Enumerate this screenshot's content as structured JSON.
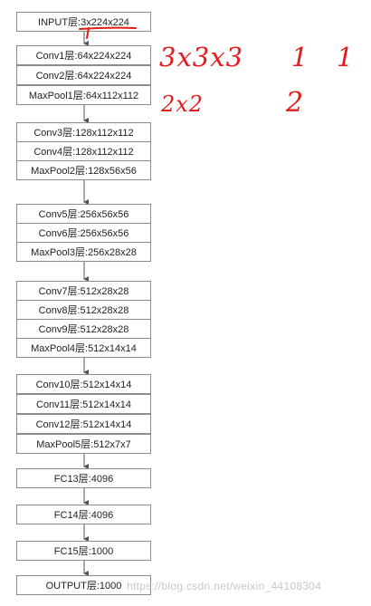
{
  "layers": [
    {
      "label": "INPUT层:3x224x224"
    },
    {
      "label": "Conv1层:64x224x224"
    },
    {
      "label": "Conv2层:64x224x224"
    },
    {
      "label": "MaxPool1层:64x112x112"
    },
    {
      "label": "Conv3层:128x112x112"
    },
    {
      "label": "Conv4层:128x112x112"
    },
    {
      "label": "MaxPool2层:128x56x56"
    },
    {
      "label": "Conv5层:256x56x56"
    },
    {
      "label": "Conv6层:256x56x56"
    },
    {
      "label": "MaxPool3层:256x28x28"
    },
    {
      "label": "Conv7层:512x28x28"
    },
    {
      "label": "Conv8层:512x28x28"
    },
    {
      "label": "Conv9层:512x28x28"
    },
    {
      "label": "MaxPool4层:512x14x14"
    },
    {
      "label": "Conv10层:512x14x14"
    },
    {
      "label": "Conv11层:512x14x14"
    },
    {
      "label": "Conv12层:512x14x14"
    },
    {
      "label": "MaxPool5层:512x7x7"
    },
    {
      "label": "FC13层:4096"
    },
    {
      "label": "FC14层:4096"
    },
    {
      "label": "FC15层:1000"
    },
    {
      "label": "OUTPUT层:1000"
    }
  ],
  "annotations": {
    "conv_kernel": "3x3x3",
    "conv_stride": "1",
    "conv_padding": "1",
    "pool_kernel": "2x2",
    "pool_stride": "2"
  },
  "watermark": "https://blog.csdn.net/weixin_44108304"
}
